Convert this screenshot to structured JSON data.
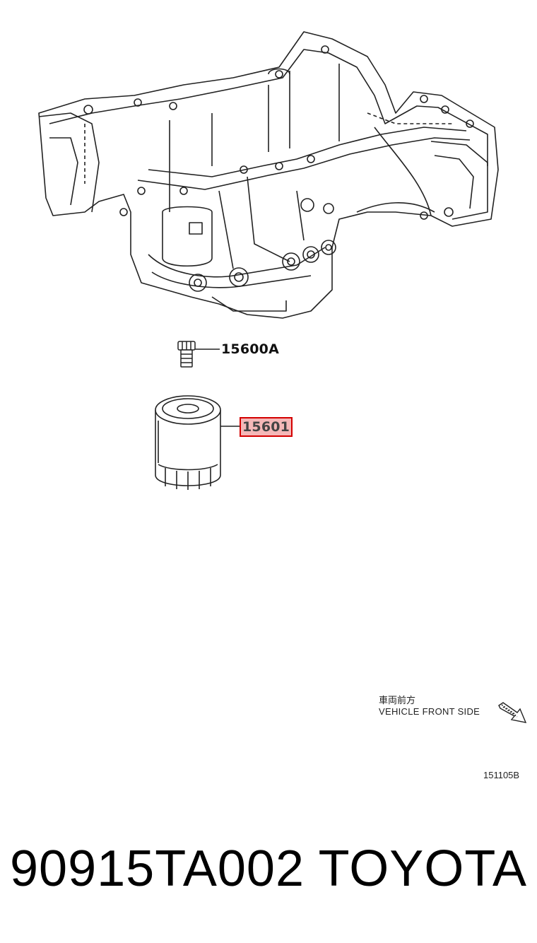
{
  "callouts": {
    "drain_plug": "15600A",
    "oil_filter": "15601"
  },
  "highlight_color": "#d40000",
  "direction": {
    "label_jp": "車両前方",
    "label_en": "VEHICLE FRONT SIDE",
    "icon": "arrow-down-right-icon"
  },
  "reference_code": "151105B",
  "footer": {
    "part_number": "90915TA002",
    "brand": "TOYOTA"
  }
}
